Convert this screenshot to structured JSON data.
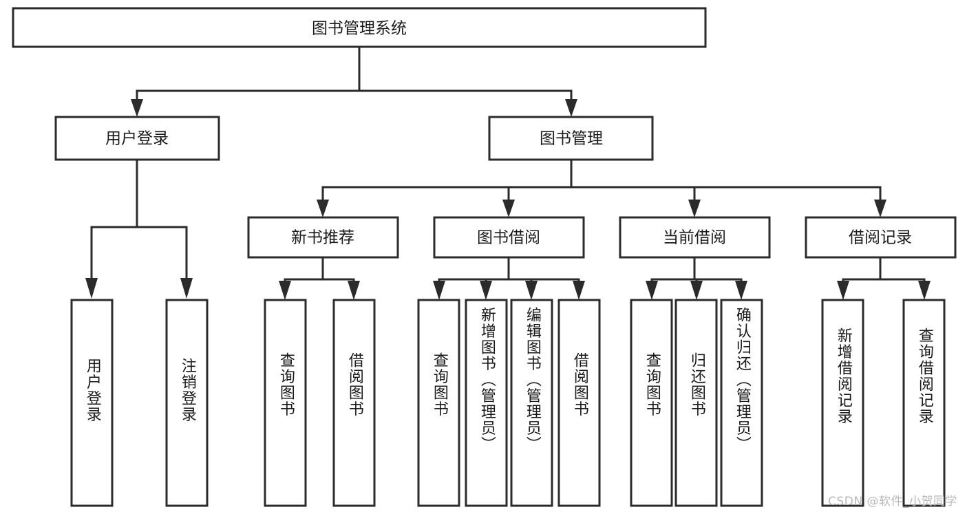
{
  "diagram": {
    "type": "tree-hierarchy-flowchart",
    "title": "图书管理系统",
    "orientation": "top-down",
    "watermark": "CSDN @软件_小贺同学",
    "colors": {
      "box_stroke": "#2b2b2b",
      "box_fill": "#ffffff",
      "connector": "#2b2b2b",
      "text": "#1a1a1a",
      "watermark": "#b9b9b9",
      "background": "#ffffff"
    },
    "root": {
      "label": "图书管理系统"
    },
    "level2": [
      {
        "label": "用户登录"
      },
      {
        "label": "图书管理"
      }
    ],
    "level3": [
      {
        "label": "新书推荐"
      },
      {
        "label": "图书借阅"
      },
      {
        "label": "当前借阅"
      },
      {
        "label": "借阅记录"
      }
    ],
    "leaves": {
      "user_login": [
        {
          "label": "用户登录"
        },
        {
          "label": "注销登录"
        }
      ],
      "new_book_recommend": [
        {
          "label": "查询图书"
        },
        {
          "label": "借阅图书"
        }
      ],
      "book_borrow": [
        {
          "label": "查询图书"
        },
        {
          "label": "新增图书（管理员）"
        },
        {
          "label": "编辑图书（管理员）"
        },
        {
          "label": "借阅图书"
        }
      ],
      "current_borrow": [
        {
          "label": "查询图书"
        },
        {
          "label": "归还图书"
        },
        {
          "label": "确认归还（管理员）"
        }
      ],
      "borrow_record": [
        {
          "label": "新增借阅记录"
        },
        {
          "label": "查询借阅记录"
        }
      ]
    }
  }
}
